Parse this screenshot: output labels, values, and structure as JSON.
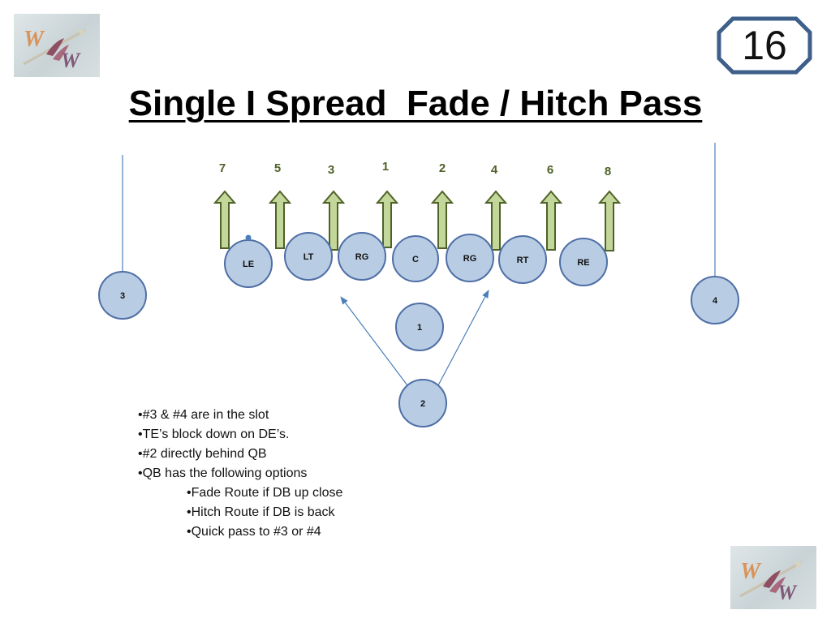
{
  "slide_number": "16",
  "title": "Single I Spread  Fade / Hitch Pass",
  "logo": {
    "name": "ww-arrow-logo",
    "letters": "WW"
  },
  "colors": {
    "player_fill": "#b8cce4",
    "player_stroke": "#4f6fa6",
    "route_fill": "#c4d79b",
    "route_stroke": "#4f6228",
    "route_number": "#4f6228",
    "pass_arrow": "#4a7ebb",
    "badge_stroke": "#3e5f8a"
  },
  "routes": [
    {
      "number": "7"
    },
    {
      "number": "5"
    },
    {
      "number": "3"
    },
    {
      "number": "1"
    },
    {
      "number": "2"
    },
    {
      "number": "4"
    },
    {
      "number": "6"
    },
    {
      "number": "8"
    }
  ],
  "line_players": [
    "LE",
    "LT",
    "RG",
    "C",
    "RG",
    "RT",
    "RE"
  ],
  "backs": [
    "3",
    "4",
    "1",
    "2"
  ],
  "notes": [
    {
      "text": "•#3 & #4 are in the slot",
      "indent": 0
    },
    {
      "text": "•TE’s block down on DE’s.",
      "indent": 0
    },
    {
      "text": "•#2 directly behind QB",
      "indent": 0
    },
    {
      "text": "•QB has the following options",
      "indent": 0
    },
    {
      "text": "•Fade Route if DB up close",
      "indent": 1
    },
    {
      "text": "•Hitch Route if DB is back",
      "indent": 1
    },
    {
      "text": "•Quick pass to #3 or #4",
      "indent": 1
    }
  ]
}
